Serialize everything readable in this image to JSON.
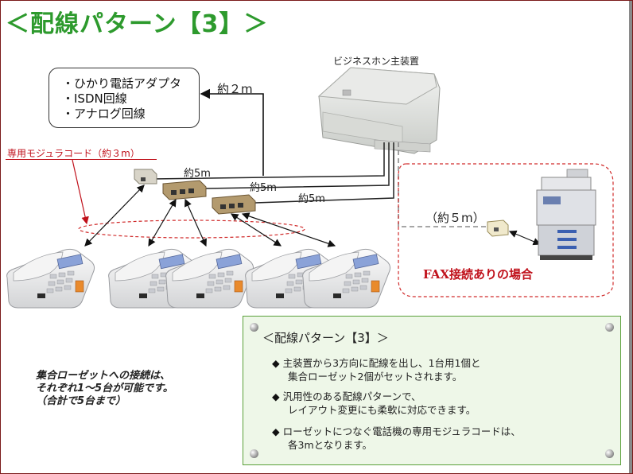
{
  "title": "＜配線パターン【3】＞",
  "main_unit": {
    "label": "ビジネスホン主装置"
  },
  "lines": {
    "items": [
      "・ひかり電話アダプタ",
      "・ISDN回線",
      "・アナログ回線"
    ]
  },
  "distances": {
    "main_to_lines": "約２m",
    "rosette_1": "約5m",
    "rosette_2": "約5m",
    "rosette_3": "約5m",
    "fax": "（約５m）"
  },
  "modular_cord_label": "専用モジュラコード（約３m）",
  "fax_label": "FAX接続ありの場合",
  "note_left": [
    "集合ローゼットへの接続は、",
    "それぞれ1～5台が可能です。",
    "（合計で5台まで）"
  ],
  "panel": {
    "title": "＜配線パターン【3】＞",
    "bullets": [
      {
        "line1": "主装置から3方向に配線を出し、1台用1個と",
        "line2": "集合ローゼット2個がセットされます。"
      },
      {
        "line1": "汎用性のある配線パターンで、",
        "line2": "レイアウト変更にも柔軟に対応できます。"
      },
      {
        "line1": "ローゼットにつなぐ電話機の専用モジュラコードは、",
        "line2": "各3mとなります。"
      }
    ]
  },
  "colors": {
    "title": "#2d9a2d",
    "accent_red": "#c0111b",
    "panel_bg": "#eef7e8",
    "panel_border": "#5aa03a"
  },
  "phone_count": 5
}
